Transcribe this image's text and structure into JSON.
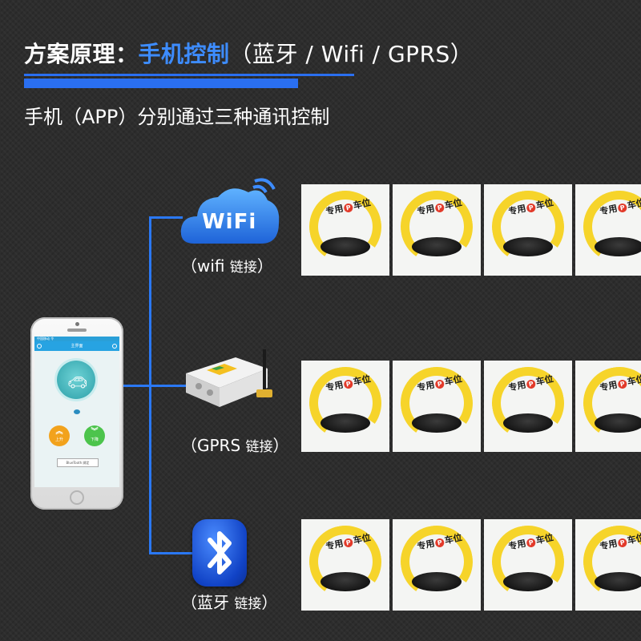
{
  "header": {
    "title_main": "方案原理：",
    "title_highlight": "手机控制",
    "title_rest": "（蓝牙 / Wifi / GPRS）",
    "subtitle": "手机（APP）分别通过三种通讯控制"
  },
  "channels": {
    "wifi": {
      "logo_text": "WiFi",
      "label_open": "（wifi ",
      "label_link": "链接",
      "label_close": "）"
    },
    "gprs": {
      "label_open": "（GPRS ",
      "label_link": "链接",
      "label_close": "）"
    },
    "bluetooth": {
      "label_open": "（蓝牙 ",
      "label_link": "链接",
      "label_close": "）"
    }
  },
  "phone_app": {
    "status_left": "中国移动 令",
    "status_right": "令令",
    "screen_title": "主界面",
    "up_label": "上升",
    "down_label": "下降",
    "bind_label": "BlueTooth 绑定"
  },
  "lock_tile": {
    "tag_left": "专用",
    "tag_p": "P",
    "tag_right": "车位"
  },
  "colors": {
    "accent_blue": "#2a6ff0",
    "highlight_blue": "#3d8cff",
    "lock_yellow": "#f6d42a"
  }
}
